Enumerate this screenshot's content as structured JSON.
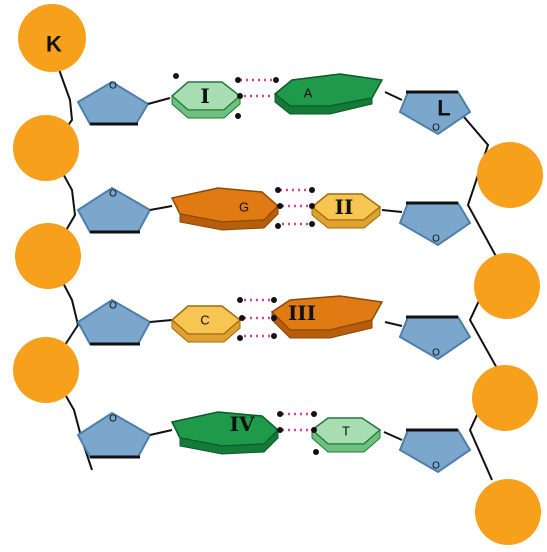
{
  "colors": {
    "phosphate": "#F7A01C",
    "sugar": "#7BA7CC",
    "sugar_dark": "#4E7FAA",
    "base_green_dark": "#1E9A4A",
    "base_green_light": "#A7DDB0",
    "base_orange_dark": "#E07A12",
    "base_orange_light": "#F7C552",
    "hbond": "#D43C9E",
    "backbone": "#111111"
  },
  "markers": {
    "k": "K",
    "l": "L"
  },
  "sugar_label": "O",
  "pairs": [
    {
      "left": {
        "text": "I",
        "style": "light-green"
      },
      "right": {
        "text": "A",
        "style": "dark-green"
      }
    },
    {
      "left": {
        "text": "G",
        "style": "dark-orange"
      },
      "right": {
        "text": "II",
        "style": "light-orange"
      }
    },
    {
      "left": {
        "text": "C",
        "style": "light-orange"
      },
      "right": {
        "text": "III",
        "style": "dark-orange"
      }
    },
    {
      "left": {
        "text": "IV",
        "style": "dark-green"
      },
      "right": {
        "text": "T",
        "style": "light-green"
      }
    }
  ]
}
